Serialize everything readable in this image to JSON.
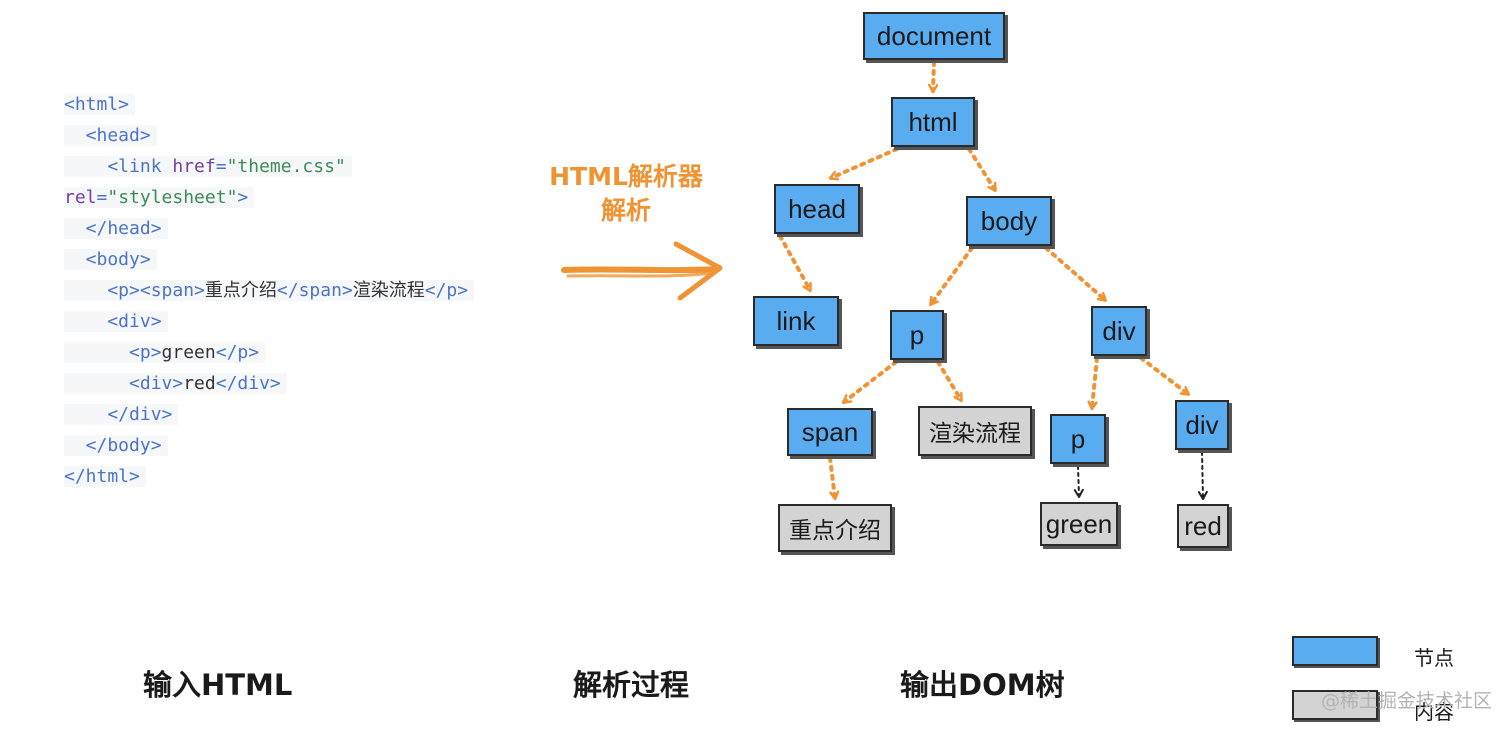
{
  "code": {
    "lines": [
      [
        {
          "t": "<html>",
          "k": "tag"
        }
      ],
      [
        {
          "t": "  <head>",
          "k": "tag"
        }
      ],
      [
        {
          "t": "    <link ",
          "k": "tag"
        },
        {
          "t": "href",
          "k": "attr"
        },
        {
          "t": "=",
          "k": "tag"
        },
        {
          "t": "\"theme.css\"",
          "k": "str"
        }
      ],
      [
        {
          "t": "rel",
          "k": "attr"
        },
        {
          "t": "=",
          "k": "tag"
        },
        {
          "t": "\"stylesheet\"",
          "k": "str"
        },
        {
          "t": ">",
          "k": "tag"
        }
      ],
      [
        {
          "t": "  </head>",
          "k": "tag"
        }
      ],
      [
        {
          "t": "  <body>",
          "k": "tag"
        }
      ],
      [
        {
          "t": "    <p><span>",
          "k": "tag"
        },
        {
          "t": "重点介绍",
          "k": "txt"
        },
        {
          "t": "</span>",
          "k": "tag"
        },
        {
          "t": "渲染流程",
          "k": "txt"
        },
        {
          "t": "</p>",
          "k": "tag"
        }
      ],
      [
        {
          "t": "    <div>",
          "k": "tag"
        }
      ],
      [
        {
          "t": "      <p>",
          "k": "tag"
        },
        {
          "t": "green",
          "k": "txt"
        },
        {
          "t": "</p>",
          "k": "tag"
        }
      ],
      [
        {
          "t": "      <div>",
          "k": "tag"
        },
        {
          "t": "red",
          "k": "txt"
        },
        {
          "t": "</div>",
          "k": "tag"
        }
      ],
      [
        {
          "t": "    </div>",
          "k": "tag"
        }
      ],
      [
        {
          "t": "  </body>",
          "k": "tag"
        }
      ],
      [
        {
          "t": "</html>",
          "k": "tag"
        }
      ]
    ]
  },
  "parser_label": {
    "line1": "HTML解析器",
    "line2": "解析"
  },
  "tree": {
    "nodes": {
      "document": {
        "label": "document",
        "kind": "elem"
      },
      "html": {
        "label": "html",
        "kind": "elem"
      },
      "head": {
        "label": "head",
        "kind": "elem"
      },
      "body": {
        "label": "body",
        "kind": "elem"
      },
      "link": {
        "label": "link",
        "kind": "elem"
      },
      "p1": {
        "label": "p",
        "kind": "elem"
      },
      "div1": {
        "label": "div",
        "kind": "elem"
      },
      "span": {
        "label": "span",
        "kind": "elem"
      },
      "render": {
        "label": "渲染流程",
        "kind": "content"
      },
      "p2": {
        "label": "p",
        "kind": "elem"
      },
      "div2": {
        "label": "div",
        "kind": "elem"
      },
      "intro": {
        "label": "重点介绍",
        "kind": "content"
      },
      "green": {
        "label": "green",
        "kind": "content"
      },
      "red": {
        "label": "red",
        "kind": "content"
      }
    },
    "edges": [
      {
        "from": "document",
        "to": "html",
        "style": "orange"
      },
      {
        "from": "html",
        "to": "head",
        "style": "orange"
      },
      {
        "from": "html",
        "to": "body",
        "style": "orange"
      },
      {
        "from": "head",
        "to": "link",
        "style": "orange"
      },
      {
        "from": "body",
        "to": "p1",
        "style": "orange"
      },
      {
        "from": "body",
        "to": "div1",
        "style": "orange"
      },
      {
        "from": "p1",
        "to": "span",
        "style": "orange"
      },
      {
        "from": "p1",
        "to": "render",
        "style": "orange"
      },
      {
        "from": "span",
        "to": "intro",
        "style": "orange"
      },
      {
        "from": "div1",
        "to": "p2",
        "style": "orange"
      },
      {
        "from": "div1",
        "to": "div2",
        "style": "orange"
      },
      {
        "from": "p2",
        "to": "green",
        "style": "black"
      },
      {
        "from": "div2",
        "to": "red",
        "style": "black"
      }
    ]
  },
  "captions": {
    "input": "输入HTML",
    "process": "解析过程",
    "output": "输出DOM树"
  },
  "legend": {
    "node_label": "节点",
    "content_label": "内容"
  },
  "colors": {
    "node": "#5aacf1",
    "content": "#d3d3d3",
    "arrow": "#ef9333"
  },
  "watermark": "@稀土掘金技术社区"
}
